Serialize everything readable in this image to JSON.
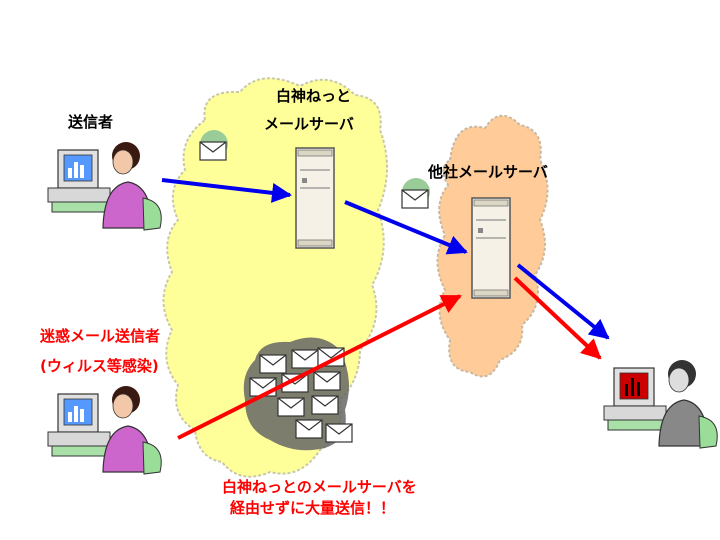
{
  "labels": {
    "sender": "送信者",
    "own_server_line1": "白神ねっと",
    "own_server_line2": "メールサーバ",
    "other_server": "他社メールサーバ",
    "spam_sender_line1": "迷惑メール送信者",
    "spam_sender_line2": "(ウィルス等感染)",
    "warning_line1": "白神ねっとのメールサーバを",
    "warning_line2": "経由せずに大量送信！！"
  },
  "colors": {
    "own_cloud": "#ffff99",
    "other_cloud": "#ffcc99",
    "normal_arrow": "#0000ee",
    "spam_arrow": "#ff0000",
    "warning_text": "#ff0000"
  },
  "icons": [
    "person-at-computer-icon",
    "mail-server-icon",
    "envelope-icon",
    "spam-envelope-stack-icon"
  ]
}
